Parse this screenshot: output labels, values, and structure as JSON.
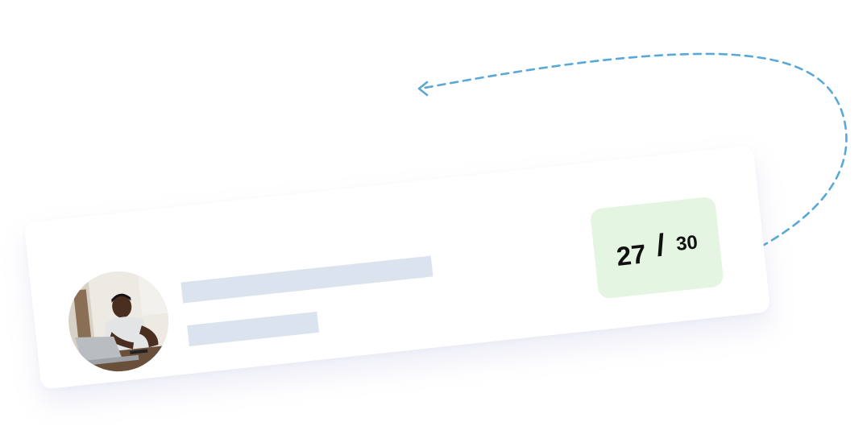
{
  "score": {
    "value": "27",
    "separator": "/",
    "max": "30",
    "badge_color": "#e4f5e2"
  },
  "colors": {
    "arrow": "#5aa8d6",
    "placeholder": "#dbe4ee"
  },
  "icons": {
    "arrow": "dashed-curved-arrow-icon",
    "avatar": "person-at-laptop-photo"
  }
}
